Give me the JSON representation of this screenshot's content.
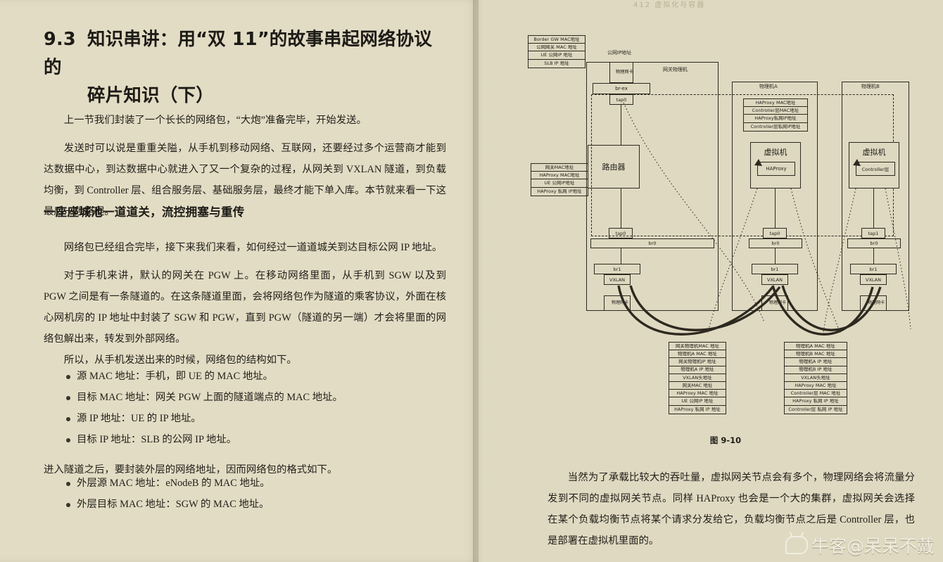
{
  "book": {
    "running_header": "412    虚拟化与容器"
  },
  "left_page": {
    "section_number": "9.3",
    "section_title_line1": "知识串讲：用“双 11”的故事串起网络协议的",
    "section_title_line2": "碎片知识（下）",
    "paragraphs": [
      "上一节我们封装了一个长长的网络包，“大炮”准备完毕，开始发送。",
      "发送时可以说是重重关隘，从手机到移动网络、互联网，还要经过多个运营商才能到达数据中心，到达数据中心就进入了又一个复杂的过程，从网关到 VXLAN 隧道，到负载均衡，到 Controller 层、组合服务层、基础服务层，最终才能下单入库。本节就来看一下这最后一段路程。"
    ],
    "subheading": "一座座城池一道道关，流控拥塞与重传",
    "paragraphs2": [
      "网络包已经组合完毕，接下来我们来看，如何经过一道道城关到达目标公网 IP 地址。",
      "对于手机来讲，默认的网关在 PGW 上。在移动网络里面，从手机到 SGW 以及到 PGW 之间是有一条隧道的。在这条隧道里面，会将网络包作为隧道的乘客协议，外面在核心网机房的 IP 地址中封装了 SGW 和 PGW，直到 PGW（隧道的另一端）才会将里面的网络包解出来，转发到外部网络。",
      "所以，从手机发送出来的时候，网络包的结构如下。"
    ],
    "bullets1": [
      "源 MAC 地址：手机，即 UE 的 MAC 地址。",
      "目标 MAC 地址：网关 PGW 上面的隧道端点的 MAC 地址。",
      "源 IP 地址：UE 的 IP 地址。",
      "目标 IP 地址：SLB 的公网 IP 地址。"
    ],
    "paragraph3": "进入隧道之后，要封装外层的网络地址，因而网络包的格式如下。",
    "bullets2": [
      "外层源 MAC 地址：eNodeB 的 MAC 地址。",
      "外层目标 MAC 地址：SGW 的 MAC 地址。"
    ]
  },
  "figure": {
    "caption": "图 9-10",
    "labels": {
      "public_ip": "公网IP地址",
      "gw_machine": "网关物理机",
      "machine_a": "物理机A",
      "machine_b": "物理机B",
      "vm": "虚拟机",
      "router": "路由器",
      "phy_nic": "物理网卡",
      "br_ex": "br-ex",
      "tap0": "tap0",
      "tap1": "tap1",
      "br0": "br0",
      "br1": "br1",
      "vxlan": "VXLAN",
      "haproxy": "HAProxy",
      "controller": "Controller层"
    },
    "stack_top_left": [
      "Border GW MAC地址",
      "公网网关 MAC 地址",
      "UE 公网IP 地址",
      "SLB IP 地址"
    ],
    "stack_mid_left": [
      "网关MAC地址",
      "HAProxy MAC地址",
      "UE 公网IP地址",
      "HAProxy 私网 IP地址"
    ],
    "stack_machine_a": [
      "HAProxy MAC地址",
      "Controller层MAC地址",
      "HAProxy私网IP地址",
      "Controller层私网IP地址"
    ],
    "stack_bottom_left": [
      "网关物理机MAC 地址",
      "物理机A MAC 地址",
      "网关物理机IP 地址",
      "物理机A IP 地址",
      "VXLAN头地址",
      "网关MAC 地址",
      "HAProxy MAC 地址",
      "UE 公网IP 地址",
      "HAProxy 私网 IP 地址"
    ],
    "stack_bottom_right": [
      "物理机A MAC 地址",
      "物理机B MAC 地址",
      "物理机A IP 地址",
      "物理机B IP 地址",
      "VXLAN头地址",
      "HAProxy MAC 地址",
      "Controller层 MAC 地址",
      "HAProxy 私网 IP 地址",
      "Controller层 私网 IP 地址"
    ]
  },
  "right_page": {
    "paragraph": "当然为了承载比较大的吞吐量，虚拟网关节点会有多个，物理网络会将流量分发到不同的虚拟网关节点。同样 HAProxy 也会是一个大的集群，虚拟网关会选择在某个负载均衡节点将某个请求分发给它，负载均衡节点之后是 Controller 层，也是部署在虚拟机里面的。"
  },
  "watermark": {
    "text": "牛客@呆呆不戴"
  }
}
